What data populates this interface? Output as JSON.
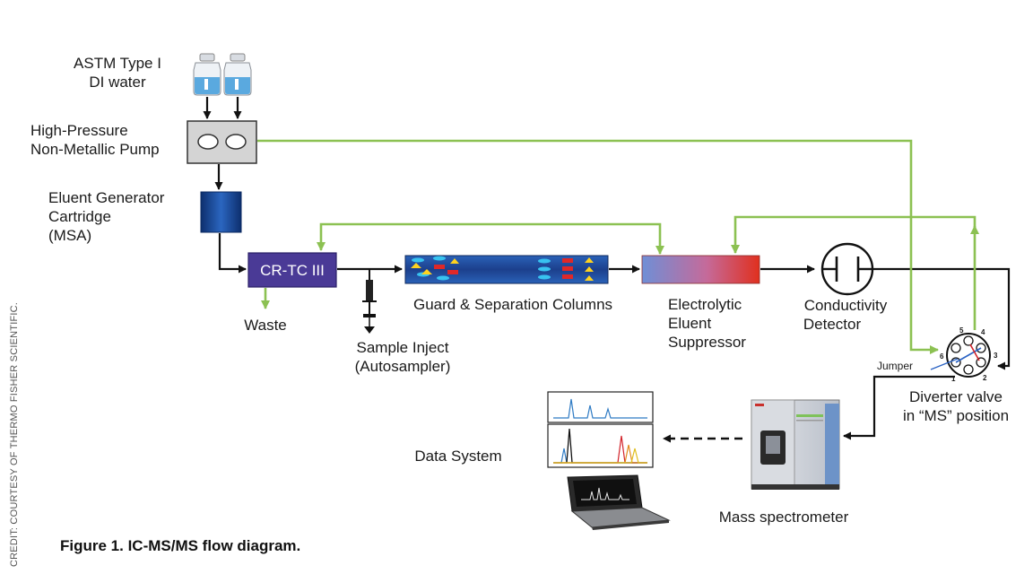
{
  "labels": {
    "water_1": "ASTM Type I",
    "water_2": "DI water",
    "pump_1": "High-Pressure",
    "pump_2": "Non-Metallic Pump",
    "egc_1": "Eluent Generator",
    "egc_2": "Cartridge",
    "egc_3": "(MSA)",
    "crtc": "CR-TC III",
    "waste": "Waste",
    "sample_1": "Sample Inject",
    "sample_2": "(Autosampler)",
    "columns": "Guard & Separation Columns",
    "supp_1": "Electrolytic",
    "supp_2": "Eluent",
    "supp_3": "Suppressor",
    "cond_1": "Conductivity",
    "cond_2": "Detector",
    "jumper": "Jumper",
    "diverter_1": "Diverter valve",
    "diverter_2": "in “MS” position",
    "data_system": "Data System",
    "mass_spec": "Mass spectrometer"
  },
  "valve_ports": [
    "1",
    "2",
    "3",
    "4",
    "5",
    "6"
  ],
  "caption": "Figure 1. IC-MS/MS flow diagram.",
  "credit": "CREDIT: COURTESY OF THERMO FISHER SCIENTIFIC.",
  "colors": {
    "flow_line": "#111111",
    "recycle_line": "#8cc152",
    "crtc_fill": "#4a3a96",
    "column_fill": "#1f4fa0",
    "suppressor_start": "#6f8fd6",
    "suppressor_end": "#e0301e",
    "egc_fill": "#1d4f9c"
  }
}
